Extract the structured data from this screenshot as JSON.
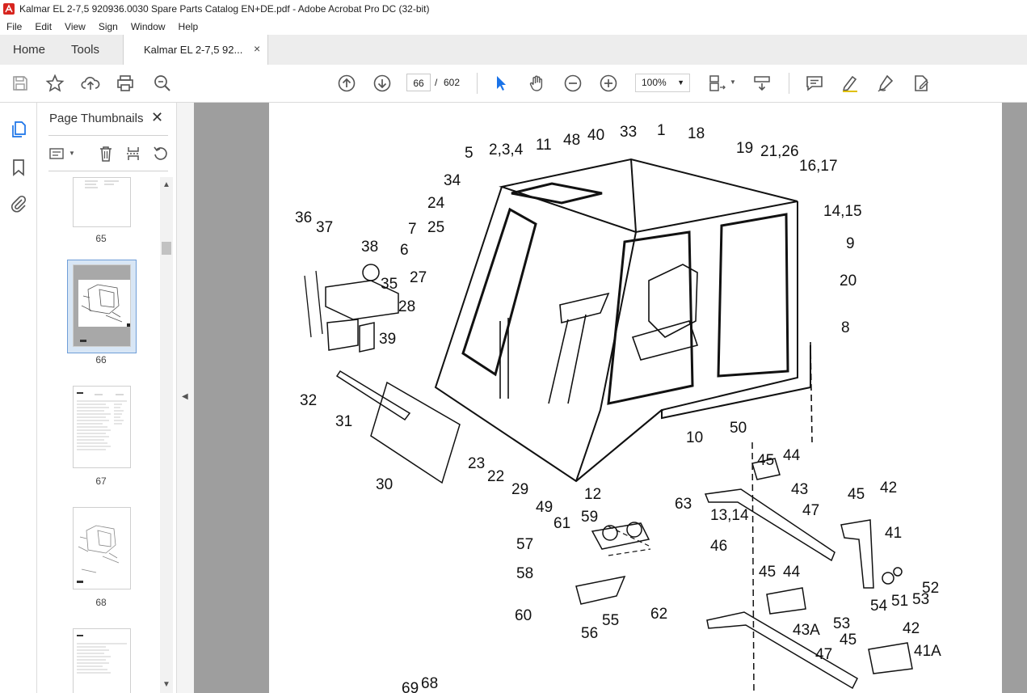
{
  "window": {
    "title": "Kalmar EL 2-7,5 920936.0030 Spare Parts Catalog EN+DE.pdf - Adobe Acrobat Pro DC (32-bit)"
  },
  "menu": {
    "items": [
      "File",
      "Edit",
      "View",
      "Sign",
      "Window",
      "Help"
    ]
  },
  "tabs": {
    "home": "Home",
    "tools": "Tools",
    "document": "Kalmar EL 2-7,5 92...",
    "close_glyph": "×"
  },
  "toolbar": {
    "current_page": "66",
    "page_separator": "/",
    "total_pages": "602",
    "zoom": "100%"
  },
  "panel": {
    "title": "Page Thumbnails",
    "close_glyph": "✕",
    "thumbnails": [
      {
        "label": "65"
      },
      {
        "label": "66",
        "selected": true
      },
      {
        "label": "67"
      },
      {
        "label": "68"
      }
    ]
  },
  "diagram": {
    "callouts": [
      "1",
      "2,3,4",
      "11",
      "48",
      "40",
      "33",
      "18",
      "19",
      "21,26",
      "16,17",
      "5",
      "34",
      "24",
      "14,15",
      "9",
      "36",
      "37",
      "7",
      "25",
      "38",
      "6",
      "27",
      "35",
      "20",
      "28",
      "39",
      "8",
      "32",
      "31",
      "50",
      "10",
      "30",
      "23",
      "22",
      "29",
      "49",
      "12",
      "63",
      "45",
      "44",
      "43",
      "13,14",
      "59",
      "61",
      "47",
      "46",
      "45",
      "42",
      "41",
      "57",
      "58",
      "60",
      "56",
      "55",
      "62",
      "45",
      "44",
      "53",
      "54",
      "51",
      "53",
      "52",
      "43A",
      "45",
      "42",
      "47",
      "41A",
      "69",
      "68"
    ]
  }
}
